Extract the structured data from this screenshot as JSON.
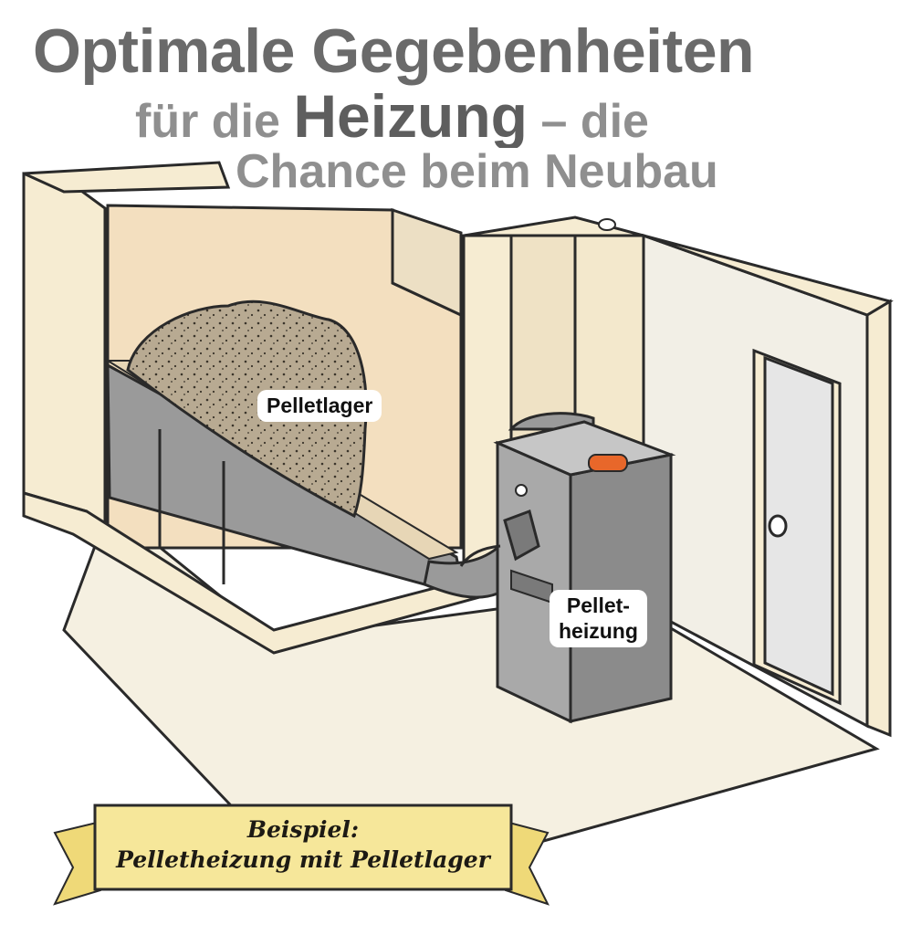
{
  "title": {
    "line1": "Optimale Gegebenheiten",
    "line2_prefix": "für die ",
    "line2_strong": "Heizung",
    "line2_suffix": " – die",
    "line3": "Chance beim Neubau"
  },
  "labels": {
    "pelletlager": "Pelletlager",
    "pelletheizung_line1": "Pellet-",
    "pelletheizung_line2": "heizung"
  },
  "banner": {
    "line1": "Beispiel:",
    "line2": "Pelletheizung mit Pelletlager"
  },
  "colors": {
    "wall": "#f6ecd2",
    "wall_shadow": "#f3dfbf",
    "floor": "#f5f0e1",
    "partition": "#9a9a9a",
    "pellets": "#b8aa92",
    "heater": "#a9a9a9",
    "heater_dark": "#8b8b8b",
    "heater_button": "#e8672a",
    "door": "#e6e6e6",
    "banner": "#f6e79a",
    "outline": "#2a2a2a"
  }
}
